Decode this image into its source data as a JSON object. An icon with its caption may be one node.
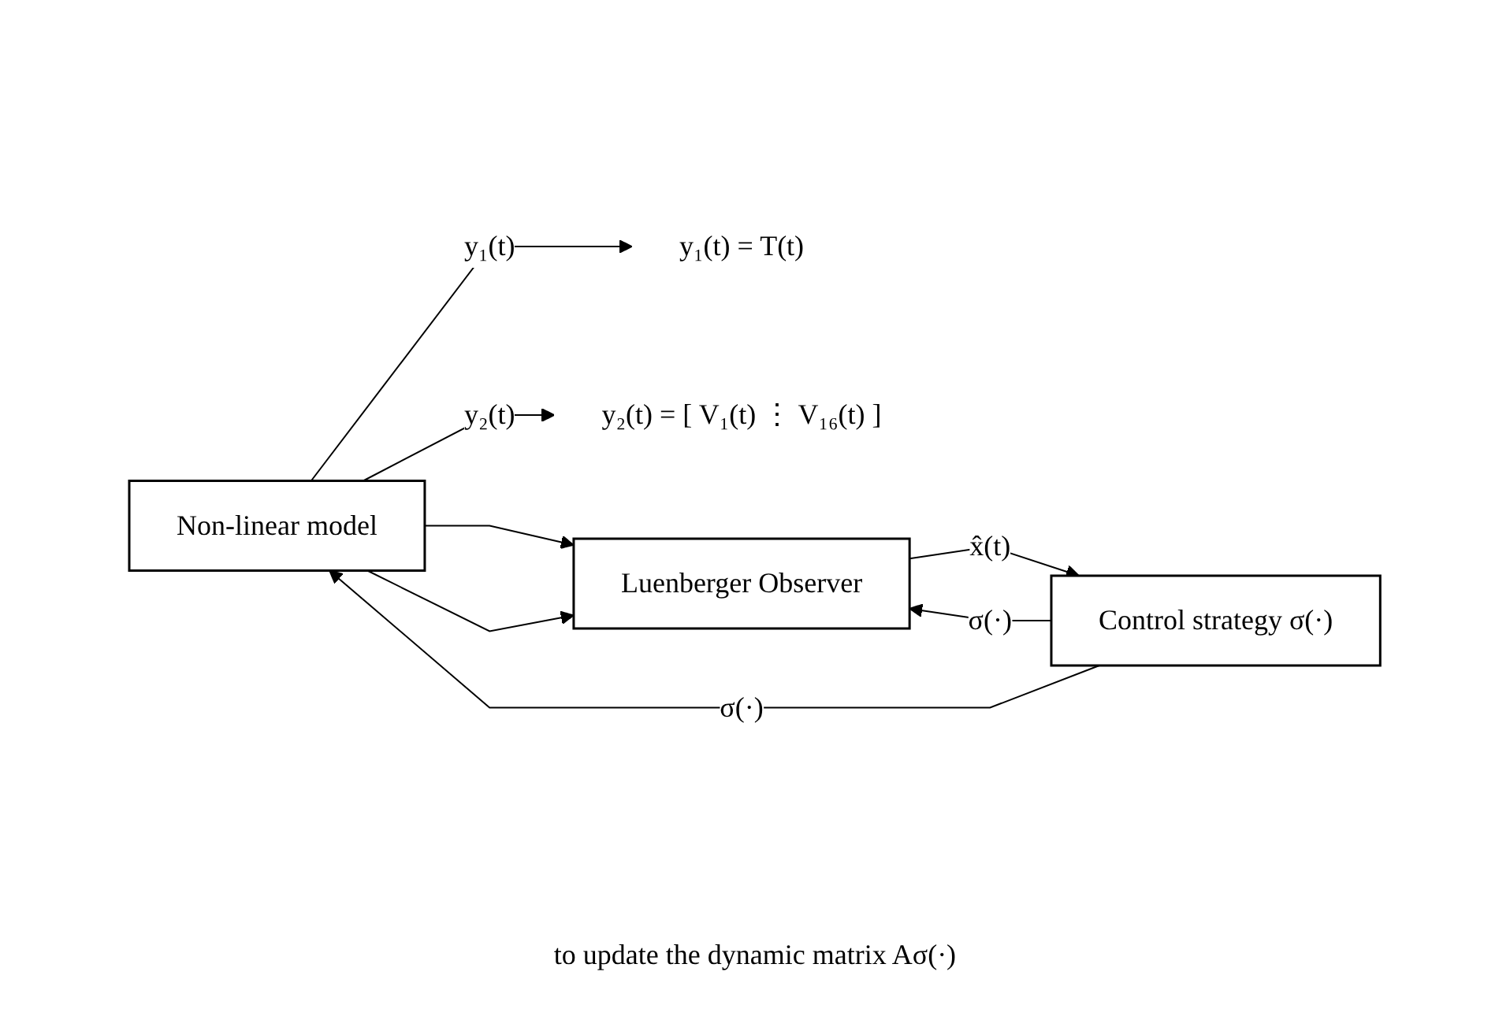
{
  "diagram": {
    "nodes": [
      {
        "text": [
          "Non-linear model"
        ]
      },
      {
        "text": [
          "y₁(t) = T(t)"
        ]
      },
      {
        "text": [
          "y₂(t) = [ V₁(t) ⋮ V₁₆(t) ]"
        ]
      },
      {
        "text": [
          "Control strategy σ(·)"
        ]
      },
      {
        "text": [
          "Luenberger Observer"
        ]
      }
    ],
    "edges": [
      {
        "from": 3,
        "to": 0,
        "arrow": "to",
        "label": "σ(·)"
      },
      {
        "from": 0,
        "to": 1,
        "arrow": "to",
        "label": "y₁(t)"
      },
      {
        "from": 0,
        "to": 2,
        "arrow": "to",
        "label": "y₂(t)"
      },
      {
        "from": 0,
        "to": 4,
        "arrow": "to"
      },
      {
        "from": 0,
        "to": 4,
        "arrow": "to"
      },
      {
        "from": 3,
        "to": 4,
        "arrow": "to",
        "label": "σ(·)"
      },
      {
        "from": 4,
        "to": 3,
        "arrow": "to",
        "label": "x̂(t)"
      }
    ],
    "labels": [
      "to update the dynamic matrix Aσ(·)"
    ]
  }
}
